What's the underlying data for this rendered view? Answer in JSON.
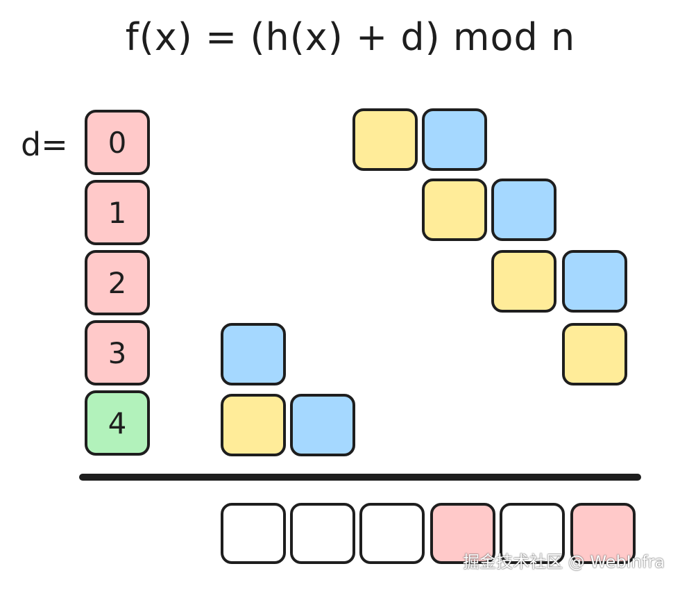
{
  "formula": "f(x) = (h(x) + d) mod n",
  "d_label": "d=",
  "d_values": [
    "0",
    "1",
    "2",
    "3",
    "4"
  ],
  "colors": {
    "d_default": "#ffc9c9",
    "d_highlight": "#b2f2bb",
    "yellow": "#ffec99",
    "blue": "#a5d8ff",
    "slot_empty": "#ffffff",
    "slot_filled": "#ffc9c9",
    "stroke": "#1e1e1e"
  },
  "highlighted_d": "4",
  "rows": [
    {
      "d": "0",
      "cells": [
        {
          "slot": 4,
          "color": "yellow"
        },
        {
          "slot": 5,
          "color": "blue"
        }
      ]
    },
    {
      "d": "1",
      "cells": [
        {
          "slot": 5,
          "color": "yellow"
        },
        {
          "slot": 6,
          "color": "blue"
        }
      ]
    },
    {
      "d": "2",
      "cells": [
        {
          "slot": 6,
          "color": "yellow"
        },
        {
          "slot": 7,
          "color": "blue"
        }
      ]
    },
    {
      "d": "3",
      "cells": [
        {
          "slot": 2,
          "color": "blue"
        },
        {
          "slot": 7,
          "color": "yellow"
        }
      ]
    },
    {
      "d": "4",
      "cells": [
        {
          "slot": 2,
          "color": "yellow"
        },
        {
          "slot": 3,
          "color": "blue"
        }
      ]
    }
  ],
  "table_slots": [
    "empty",
    "empty",
    "empty",
    "filled",
    "empty",
    "filled"
  ],
  "watermark": "掘金技术社区 @ WebInfra"
}
